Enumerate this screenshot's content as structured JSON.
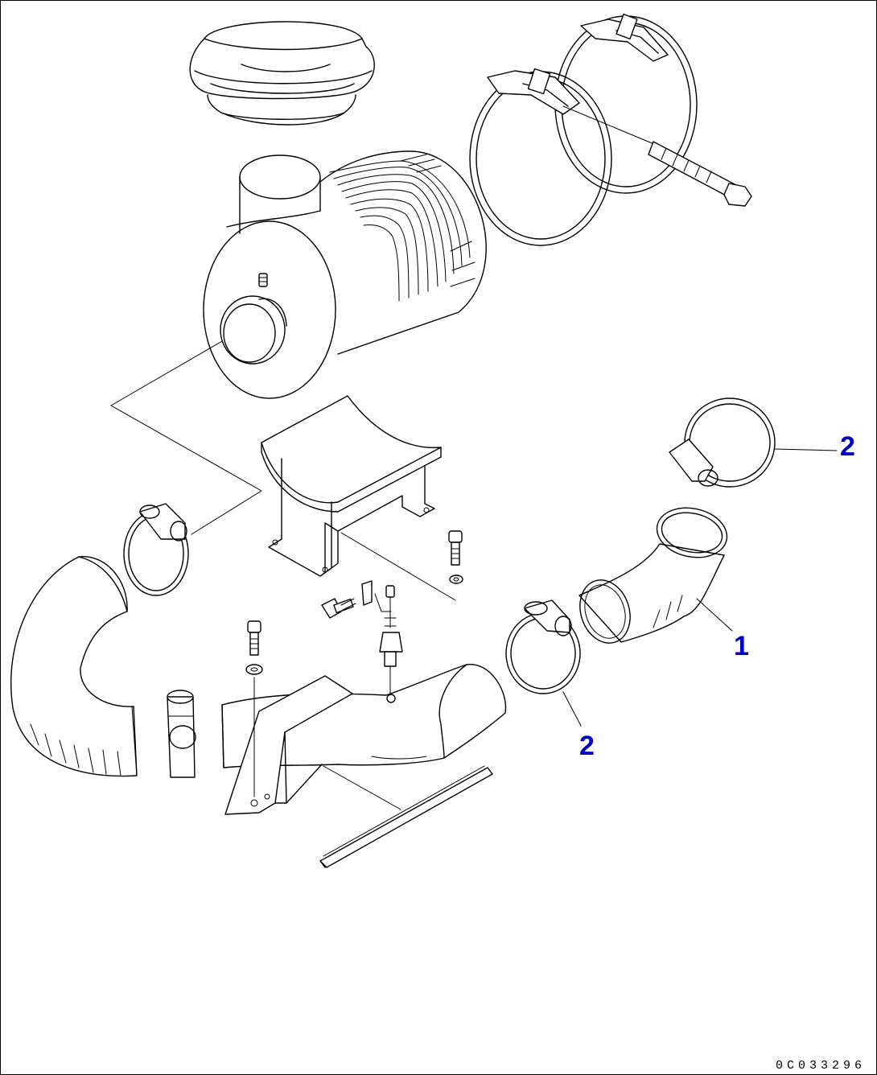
{
  "callouts": {
    "part1": "1",
    "part2_top": "2",
    "part2_bottom": "2"
  },
  "drawing_number": "0C033296",
  "colors": {
    "line": "#000000",
    "callout": "#0000cc",
    "background": "#ffffff"
  }
}
